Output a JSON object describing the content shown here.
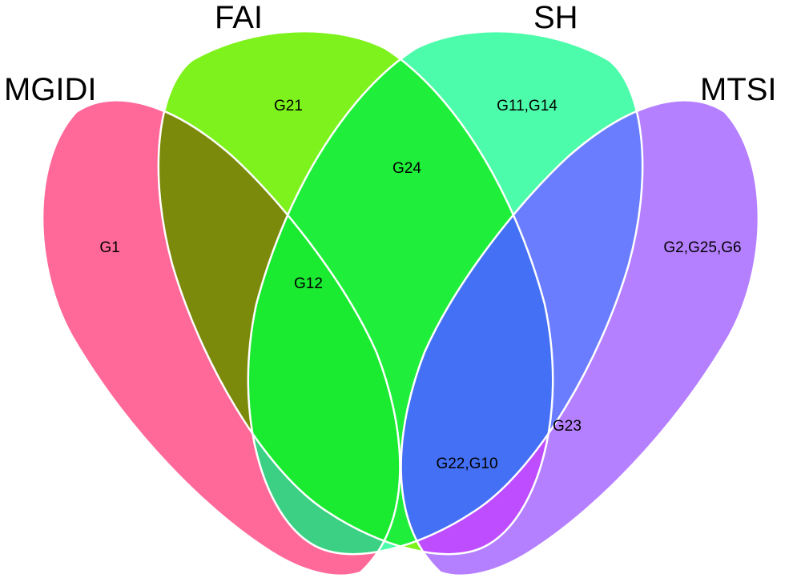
{
  "sets": [
    {
      "key": "MGIDI",
      "label": "MGIDI"
    },
    {
      "key": "FAI",
      "label": "FAI"
    },
    {
      "key": "SH",
      "label": "SH"
    },
    {
      "key": "MTSI",
      "label": "MTSI"
    }
  ],
  "regions": {
    "mgidi_only": "G1",
    "fai_only": "G21",
    "sh_only": "G11,G14",
    "mtsi_only": "G2,G25,G6",
    "fai_sh": "G24",
    "mgidi_fai_sh": "G12",
    "mgidi_sh_mtsi": "G23",
    "mgidi_fai_sh_mtsi": "G22,G10"
  }
}
